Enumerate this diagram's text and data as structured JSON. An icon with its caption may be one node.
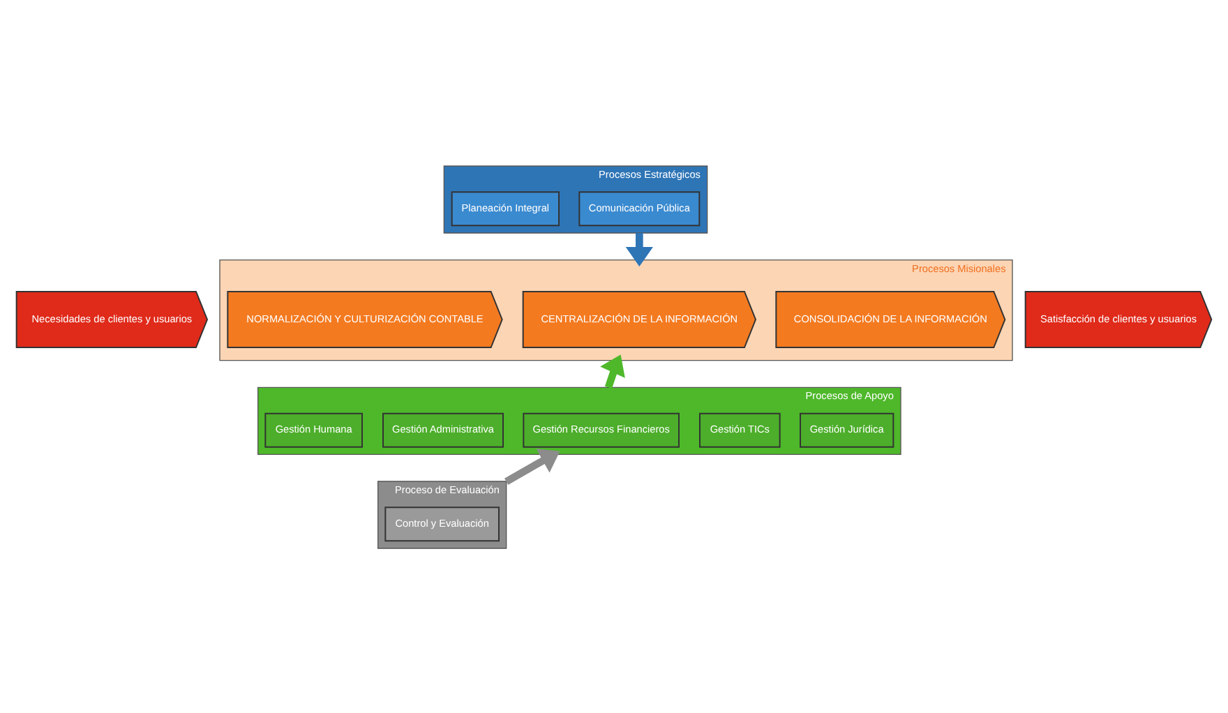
{
  "diagram": {
    "nodes": [
      {
        "text": [
          "Necesidades de clientes y usuarios"
        ]
      },
      {
        "text": [
          "Procesos Estratégicos"
        ]
      },
      {
        "text": [
          "Planeación Integral"
        ],
        "in": 1
      },
      {
        "text": [
          "Comunicación Pública"
        ],
        "in": 1
      },
      {
        "text": [
          "Procesos Misionales"
        ]
      },
      {
        "text": [
          "NORMALIZACIÓN Y CULTURIZACIÓN CONTABLE"
        ],
        "in": 4
      },
      {
        "text": [
          "CENTRALIZACIÓN DE LA INFORMACIÓN"
        ],
        "in": 4
      },
      {
        "text": [
          "CONSOLIDACIÓN DE LA INFORMACIÓN"
        ],
        "in": 4
      },
      {
        "text": [
          "Procesos de Apoyo"
        ]
      },
      {
        "text": [
          "Gestión Humana"
        ],
        "in": 8
      },
      {
        "text": [
          "Gestión Administrativa"
        ],
        "in": 8
      },
      {
        "text": [
          "Gestión Recursos Financieros"
        ],
        "in": 8
      },
      {
        "text": [
          "Gestión TICs"
        ],
        "in": 8
      },
      {
        "text": [
          "Gestión Jurídica"
        ],
        "in": 8
      },
      {
        "text": [
          "Proceso de Evaluación"
        ]
      },
      {
        "text": [
          "Control y Evaluación"
        ],
        "in": 14
      },
      {
        "text": [
          "Satisfacción de clientes y usuarios"
        ]
      }
    ],
    "edges": [
      {
        "from": 1,
        "to": 4,
        "arrow": "to",
        "color": "#2e75b6"
      },
      {
        "from": 8,
        "to": 4,
        "arrow": "to",
        "color": "#4eb82a"
      },
      {
        "from": 14,
        "to": 8,
        "arrow": "to",
        "color": "#8c8c8c"
      }
    ]
  }
}
